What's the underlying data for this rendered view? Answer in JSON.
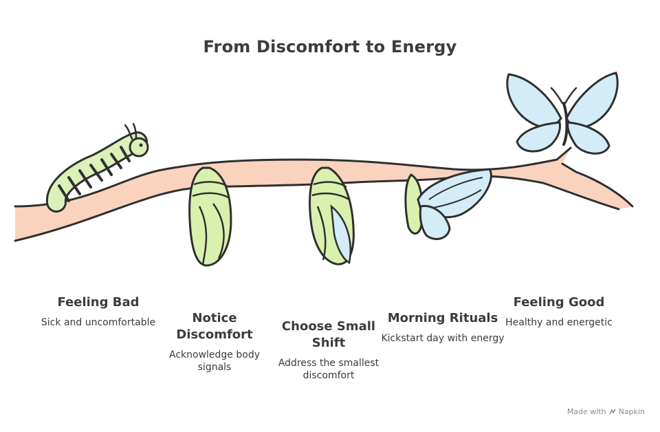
{
  "title": "From Discomfort to Energy",
  "stages": [
    {
      "label": "Feeling Bad",
      "desc": "Sick and uncomfortable"
    },
    {
      "label": "Notice Discomfort",
      "desc": "Acknowledge body signals"
    },
    {
      "label": "Choose Small Shift",
      "desc": "Address the smallest discomfort"
    },
    {
      "label": "Morning Rituals",
      "desc": "Kickstart day with energy"
    },
    {
      "label": "Feeling Good",
      "desc": "Healthy and energetic"
    }
  ],
  "footer": {
    "prefix": "Made with",
    "brand": "Napkin"
  },
  "colors": {
    "branch": "#f9d3bd",
    "caterpillar": "#dcf1b8",
    "chrysalis": "#d9f0ae",
    "wing": "#d3ecf8",
    "outline": "#2f2f2f"
  }
}
